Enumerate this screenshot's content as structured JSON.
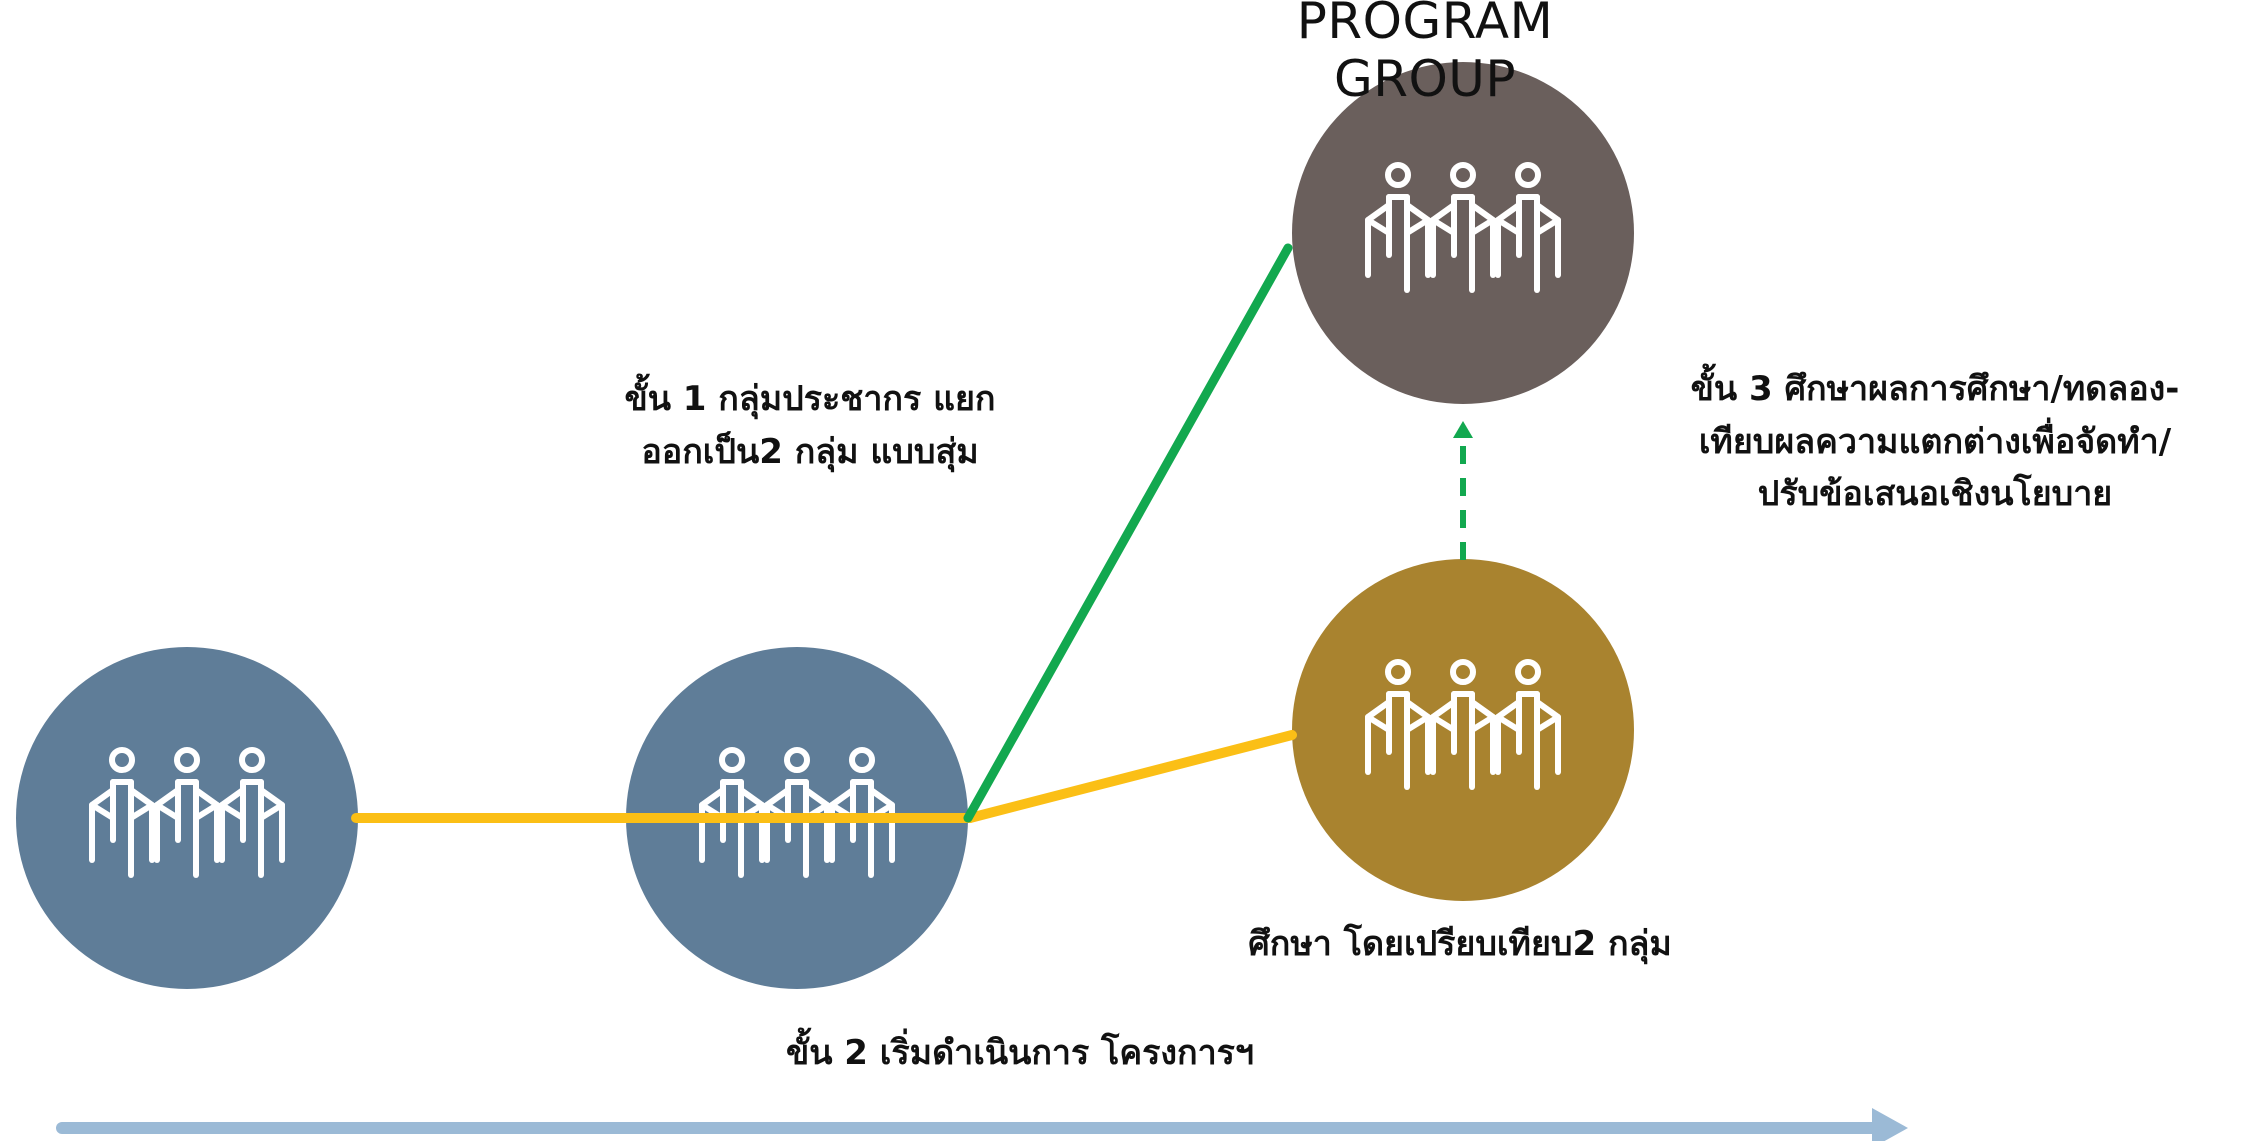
{
  "header": {
    "program_group": "PROGRAM GROUP"
  },
  "labels": {
    "step1_line1": "ขั้น 1 กลุ่มประชากร แยก",
    "step1_line2": "ออกเป็น2 กลุ่ม แบบสุ่ม",
    "step2": "ขั้น 2 เริ่มดำเนินการ โครงการฯ",
    "compare": "ศึกษา โดยเปรียบเทียบ2 กลุ่ม",
    "step3_line1": "ขั้น 3 ศึกษาผลการศึกษา/ทดลอง-",
    "step3_line2": "เทียบผลความแตกต่างเพื่อจัดทำ/",
    "step3_line3": "ปรับข้อเสนอเชิงนโยบาย"
  },
  "colors": {
    "population_circle": "#5f7d98",
    "program_circle": "#6a5f5c",
    "comparison_circle": "#a9832f",
    "yellow_path": "#fbbf16",
    "green_path": "#12a84f",
    "timeline_arrow": "#9bbad6",
    "icon": "#ffffff"
  },
  "icons": {
    "population": "people-group-icon",
    "program": "people-group-icon",
    "comparison": "people-group-icon",
    "timeline": "arrow-right-icon"
  }
}
